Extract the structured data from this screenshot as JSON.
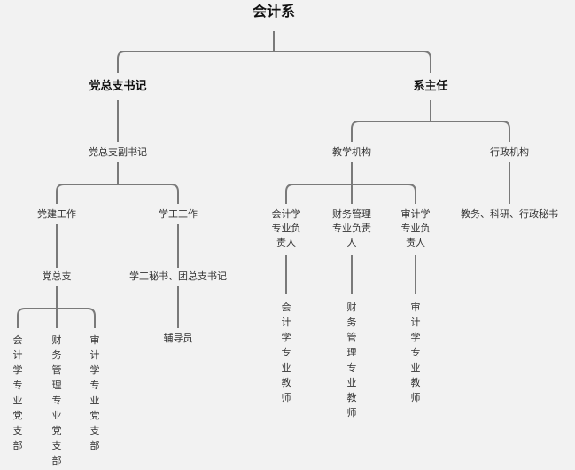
{
  "root": "会计系",
  "party_secretary": "党总支书记",
  "dept_head": "系主任",
  "deputy_secretary": "党总支副书记",
  "party_work": "党建工作",
  "student_work": "学工工作",
  "party_branch": "党总支",
  "student_secretary": "学工秘书、团总支书记",
  "counselor": "辅导员",
  "party_sub_branches": [
    "会计学专业党支部",
    "财务管理专业党支部",
    "审计学专业党支部"
  ],
  "teaching_org": "教学机构",
  "admin_org": "行政机构",
  "admin_staff": "教务、科研、行政秘书",
  "major_leads": [
    [
      "会计学",
      "专业负",
      "责人"
    ],
    [
      "财务管理",
      "专业负责",
      "人"
    ],
    [
      "审计学",
      "专业负",
      "责人"
    ]
  ],
  "major_teachers": [
    "会计学专业教师",
    "财务管理专业教师",
    "审计学专业教师"
  ]
}
